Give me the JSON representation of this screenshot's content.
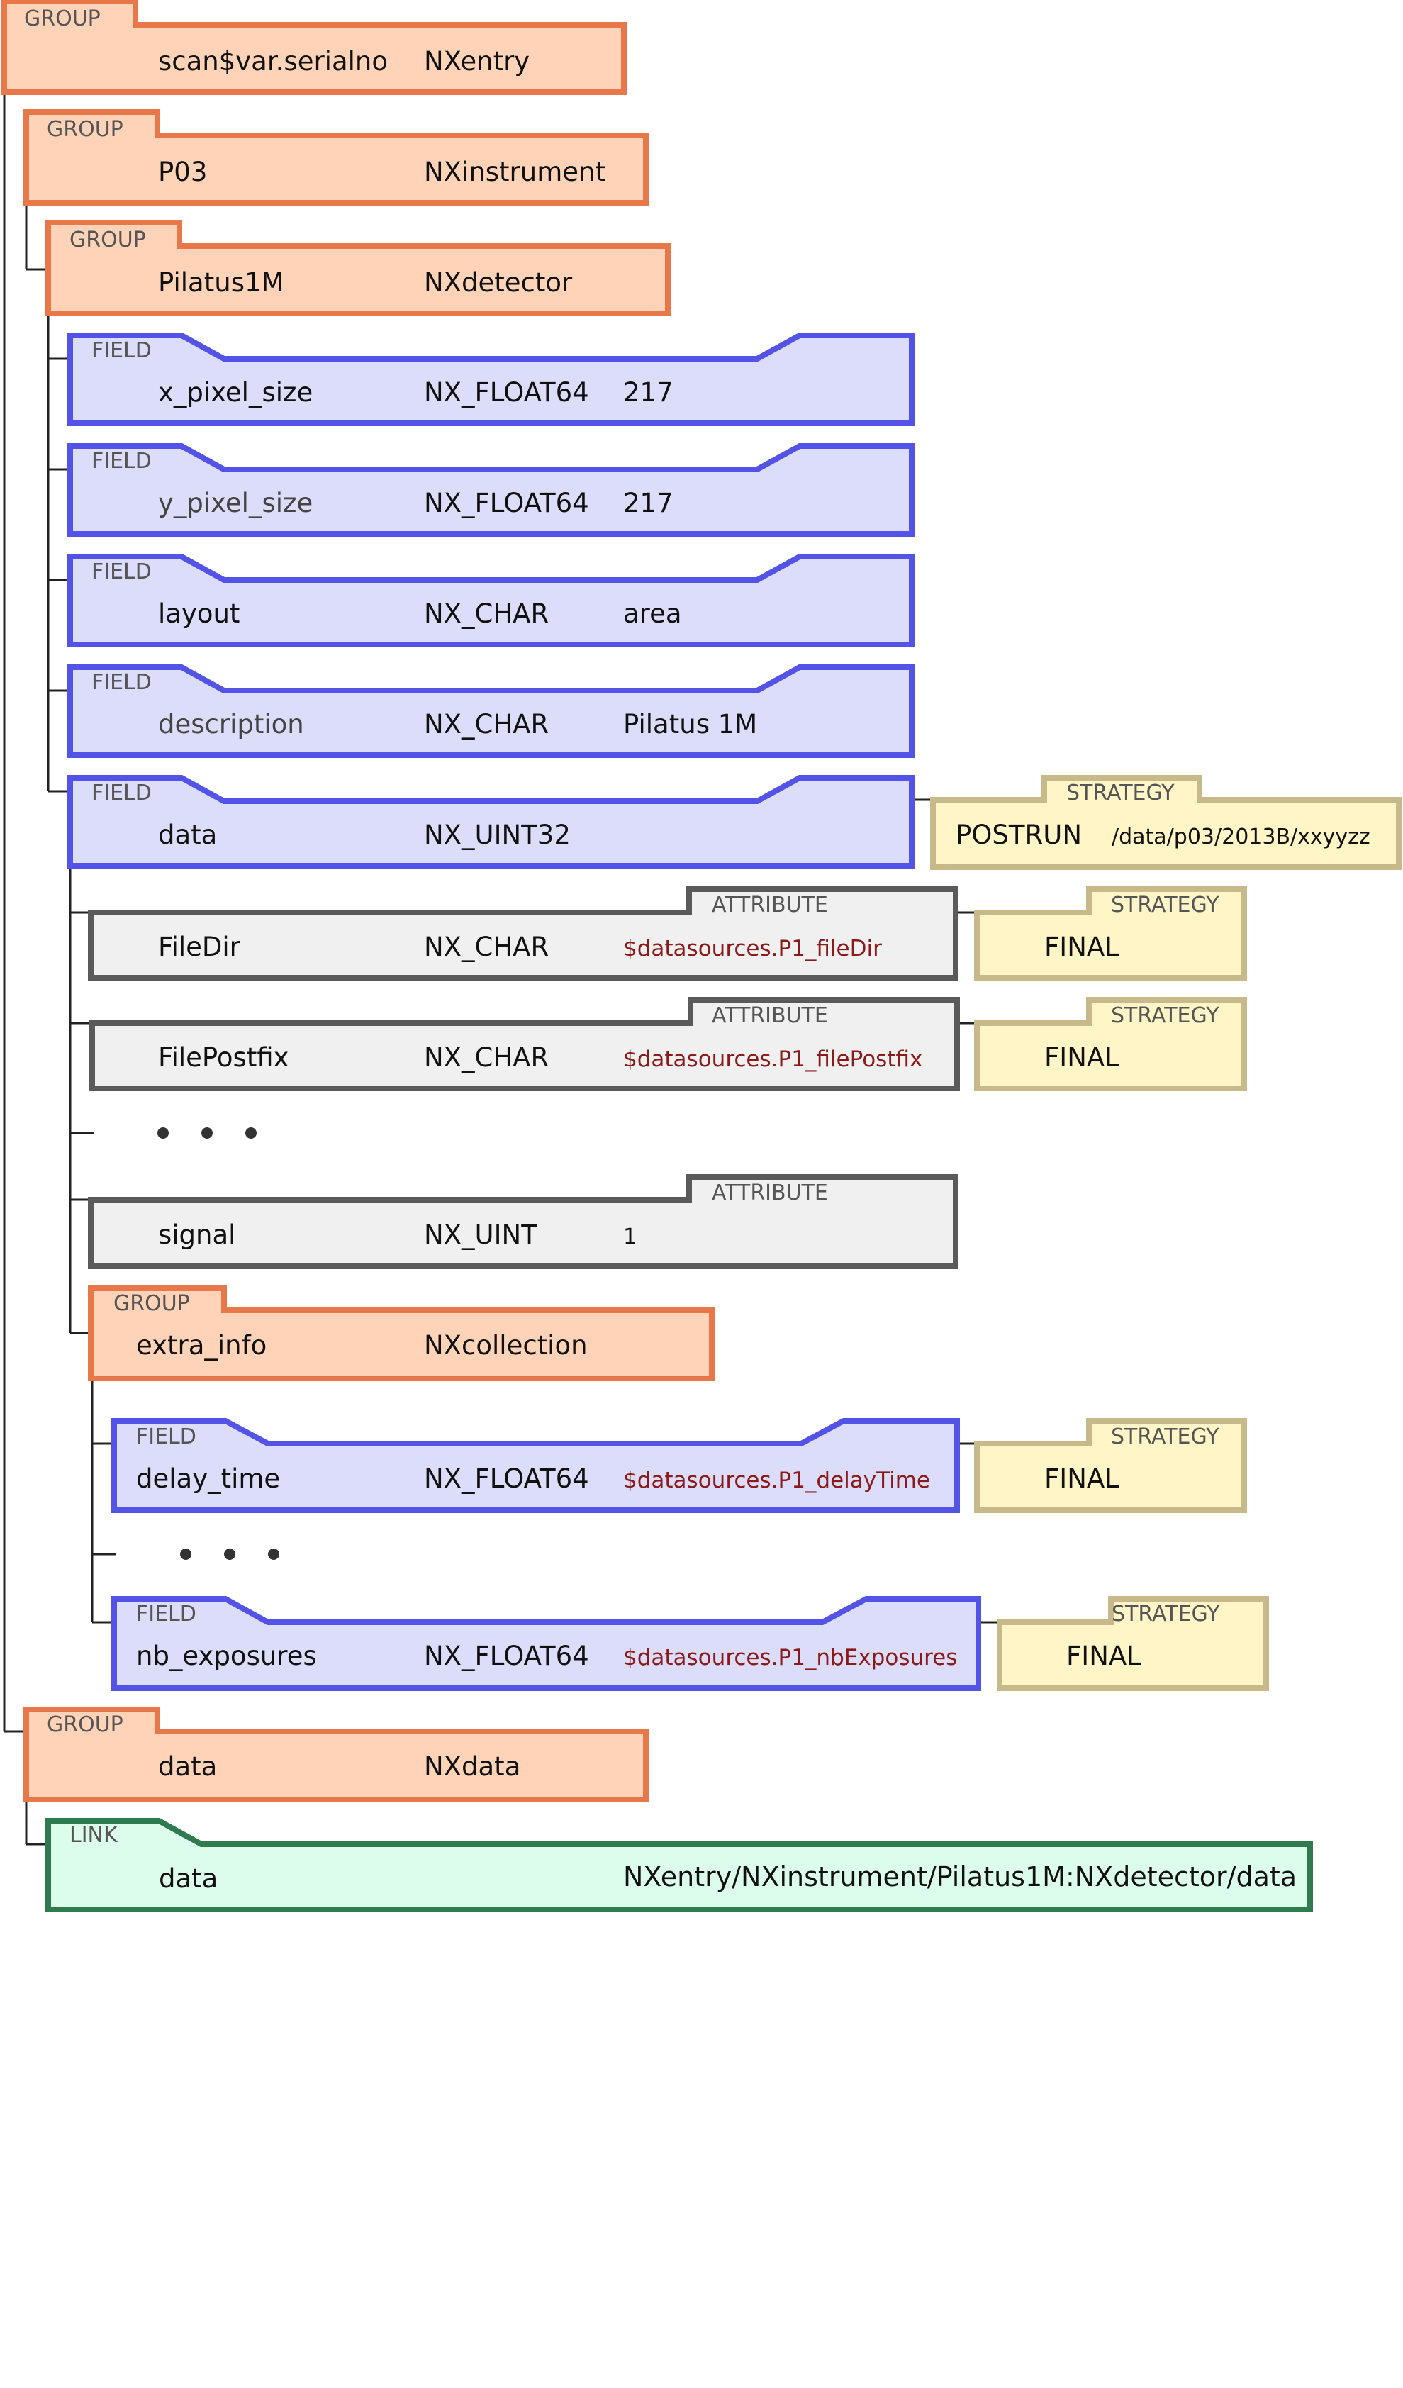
{
  "nodes": {
    "entry": {
      "tag": "GROUP",
      "name": "scan$var.serialno",
      "type": "NXentry"
    },
    "instrument": {
      "tag": "GROUP",
      "name": "P03",
      "type": "NXinstrument"
    },
    "detector": {
      "tag": "GROUP",
      "name": "Pilatus1M",
      "type": "NXdetector"
    },
    "x_pixel_size": {
      "tag": "FIELD",
      "name": "x_pixel_size",
      "type": "NX_FLOAT64",
      "value": "217"
    },
    "y_pixel_size": {
      "tag": "FIELD",
      "name": "y_pixel_size",
      "type": "NX_FLOAT64",
      "value": "217"
    },
    "layout": {
      "tag": "FIELD",
      "name": "layout",
      "type": "NX_CHAR",
      "value": "area"
    },
    "description": {
      "tag": "FIELD",
      "name": "description",
      "type": "NX_CHAR",
      "value": "Pilatus 1M"
    },
    "data_field": {
      "tag": "FIELD",
      "name": "data",
      "type": "NX_UINT32",
      "strategy": {
        "tag": "STRATEGY",
        "mode": "POSTRUN",
        "path": "/data/p03/2013B/xxyyzz"
      }
    },
    "filedir": {
      "tag": "ATTRIBUTE",
      "name": "FileDir",
      "type": "NX_CHAR",
      "value": "$datasources.P1_fileDir",
      "strategy": {
        "tag": "STRATEGY",
        "mode": "FINAL"
      }
    },
    "filepostfix": {
      "tag": "ATTRIBUTE",
      "name": "FilePostfix",
      "type": "NX_CHAR",
      "value": "$datasources.P1_filePostfix",
      "strategy": {
        "tag": "STRATEGY",
        "mode": "FINAL"
      }
    },
    "signal": {
      "tag": "ATTRIBUTE",
      "name": "signal",
      "type": "NX_UINT",
      "value": "1"
    },
    "extra_info": {
      "tag": "GROUP",
      "name": "extra_info",
      "type": "NXcollection"
    },
    "delay_time": {
      "tag": "FIELD",
      "name": "delay_time",
      "type": "NX_FLOAT64",
      "value": "$datasources.P1_delayTime",
      "strategy": {
        "tag": "STRATEGY",
        "mode": "FINAL"
      }
    },
    "nb_exposures": {
      "tag": "FIELD",
      "name": "nb_exposures",
      "type": "NX_FLOAT64",
      "value": "$datasources.P1_nbExposures",
      "strategy": {
        "tag": "STRATEGY",
        "mode": "FINAL"
      }
    },
    "nxdata": {
      "tag": "GROUP",
      "name": "data",
      "type": "NXdata"
    },
    "link": {
      "tag": "LINK",
      "name": "data",
      "target": "NXentry/NXinstrument/Pilatus1M:NXdetector/data"
    }
  },
  "colors": {
    "group_fill": "#ffd3b8",
    "group_stroke": "#e8774a",
    "field_fill": "#dcdcfb",
    "field_stroke": "#5353e8",
    "attr_fill": "#f0f0f0",
    "attr_stroke": "#5a5a5a",
    "strategy_fill": "#fff5c6",
    "strategy_stroke": "#c8b98a",
    "link_fill": "#dcfdec",
    "link_stroke": "#2f7a4e"
  }
}
